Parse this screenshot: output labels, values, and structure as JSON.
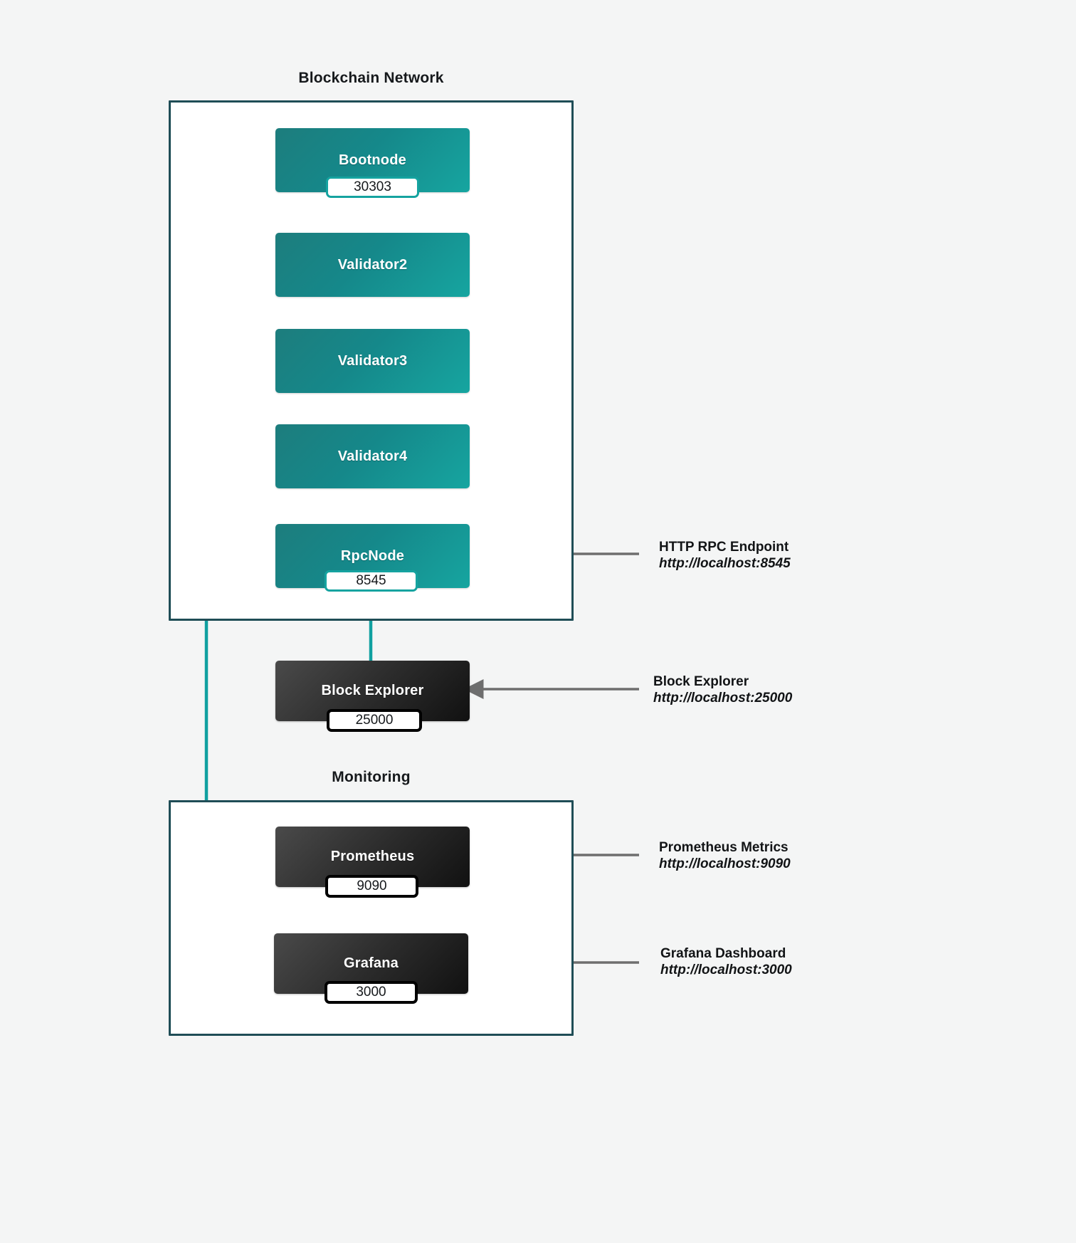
{
  "groups": [
    {
      "id": "blockchain",
      "title": "Blockchain Network"
    },
    {
      "id": "monitoring",
      "title": "Monitoring"
    }
  ],
  "nodes": [
    {
      "id": "bootnode",
      "label": "Bootnode",
      "port": "30303",
      "kind": "chain"
    },
    {
      "id": "validator2",
      "label": "Validator2",
      "port": "",
      "kind": "chain"
    },
    {
      "id": "validator3",
      "label": "Validator3",
      "port": "",
      "kind": "chain"
    },
    {
      "id": "validator4",
      "label": "Validator4",
      "port": "",
      "kind": "chain"
    },
    {
      "id": "rpcnode",
      "label": "RpcNode",
      "port": "8545",
      "kind": "chain"
    },
    {
      "id": "block-explorer",
      "label": "Block Explorer",
      "port": "25000",
      "kind": "service"
    },
    {
      "id": "prometheus",
      "label": "Prometheus",
      "port": "9090",
      "kind": "service"
    },
    {
      "id": "grafana",
      "label": "Grafana",
      "port": "3000",
      "kind": "service"
    }
  ],
  "annotations": [
    {
      "id": "rpc",
      "title": "HTTP RPC Endpoint",
      "url": "http://localhost:8545"
    },
    {
      "id": "explorer",
      "title": "Block Explorer",
      "url": "http://localhost:25000"
    },
    {
      "id": "prometheus",
      "title": "Prometheus Metrics",
      "url": "http://localhost:9090"
    },
    {
      "id": "grafana",
      "title": "Grafana Dashboard",
      "url": "http://localhost:3000"
    }
  ],
  "colors": {
    "background": "#f4f5f5",
    "group_border": "#1f4d56",
    "chain_node": "#15888a",
    "service_node": "#2c2c2c",
    "wire_teal": "#10a0a0",
    "wire_dashed": "#5a5a5a",
    "annotation_arrow": "#6e6e6e"
  }
}
